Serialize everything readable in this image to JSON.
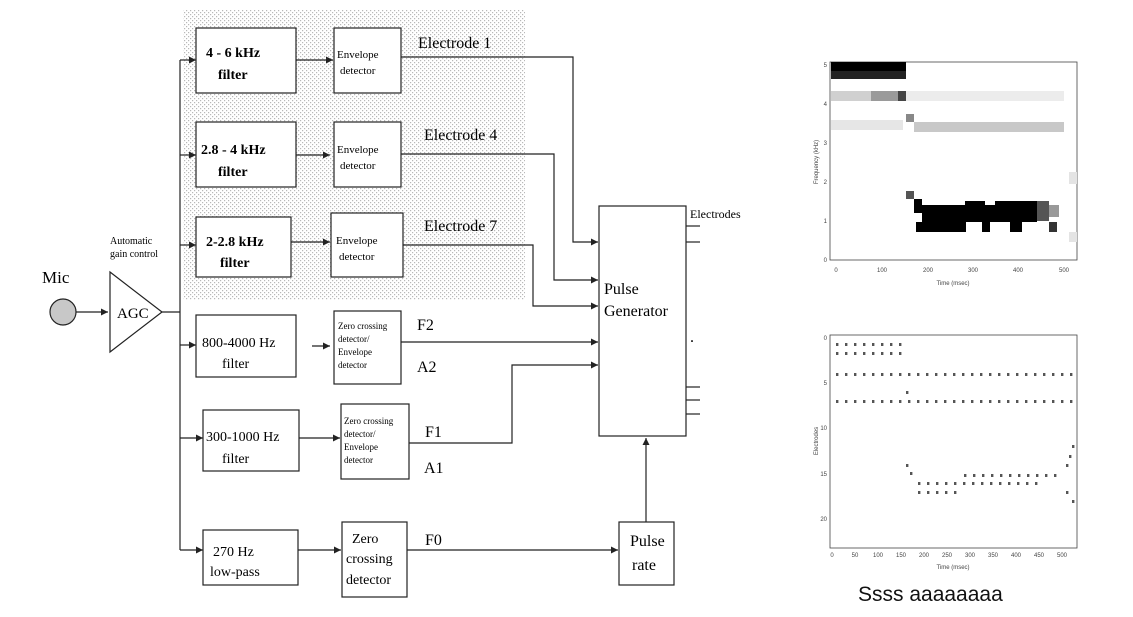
{
  "diagram": {
    "mic_label": "Mic",
    "agc": {
      "caption_line1": "Automatic",
      "caption_line2": "gain control",
      "label": "AGC"
    },
    "filters": [
      {
        "line1": "4 - 6  kHz",
        "line2": "filter"
      },
      {
        "line1": "2.8 - 4 kHz",
        "line2": "filter"
      },
      {
        "line1": "2-2.8 kHz",
        "line2": "filter"
      },
      {
        "line1": "800-4000 Hz",
        "line2": "filter"
      },
      {
        "line1": "300-1000 Hz",
        "line2": "filter"
      },
      {
        "line1": "270 Hz",
        "line2": "low-pass"
      }
    ],
    "detectors": [
      {
        "lines": [
          "Envelope",
          "detector"
        ]
      },
      {
        "lines": [
          "Envelope",
          "detector"
        ]
      },
      {
        "lines": [
          "Envelope",
          "detector"
        ]
      },
      {
        "lines": [
          "Zero crossing",
          "detector/",
          "Envelope",
          "detector"
        ]
      },
      {
        "lines": [
          "Zero crossing",
          "detector/",
          "Envelope",
          "detector"
        ]
      },
      {
        "lines": [
          "Zero",
          "crossing",
          "detector"
        ]
      }
    ],
    "electrode_labels": [
      "Electrode 1",
      "Electrode 4",
      "Electrode 7"
    ],
    "signals": {
      "f2": "F2",
      "a2": "A2",
      "f1": "F1",
      "a1": "A1",
      "f0": "F0"
    },
    "pulse_generator": {
      "line1": "Pulse",
      "line2": "Generator"
    },
    "pulse_rate": {
      "line1": "Pulse",
      "line2": "rate"
    },
    "electrodes_label": "Electrodes",
    "dot": "."
  },
  "spectrogram": {
    "ylabel": "Frequency (kHz)",
    "xlabel": "Time (msec)",
    "y_ticks": [
      "0",
      "1",
      "2",
      "3",
      "4",
      "5"
    ],
    "x_ticks": [
      "0",
      "100",
      "200",
      "300",
      "400",
      "500"
    ]
  },
  "electrodogram": {
    "ylabel": "Electrodes",
    "xlabel": "Time (msec)",
    "y_ticks": [
      "0",
      "5",
      "10",
      "15",
      "20"
    ],
    "x_ticks": [
      "0",
      "50",
      "100",
      "150",
      "200",
      "250",
      "300",
      "350",
      "400",
      "450",
      "500"
    ]
  },
  "caption": "Ssss  aaaaaaaa"
}
